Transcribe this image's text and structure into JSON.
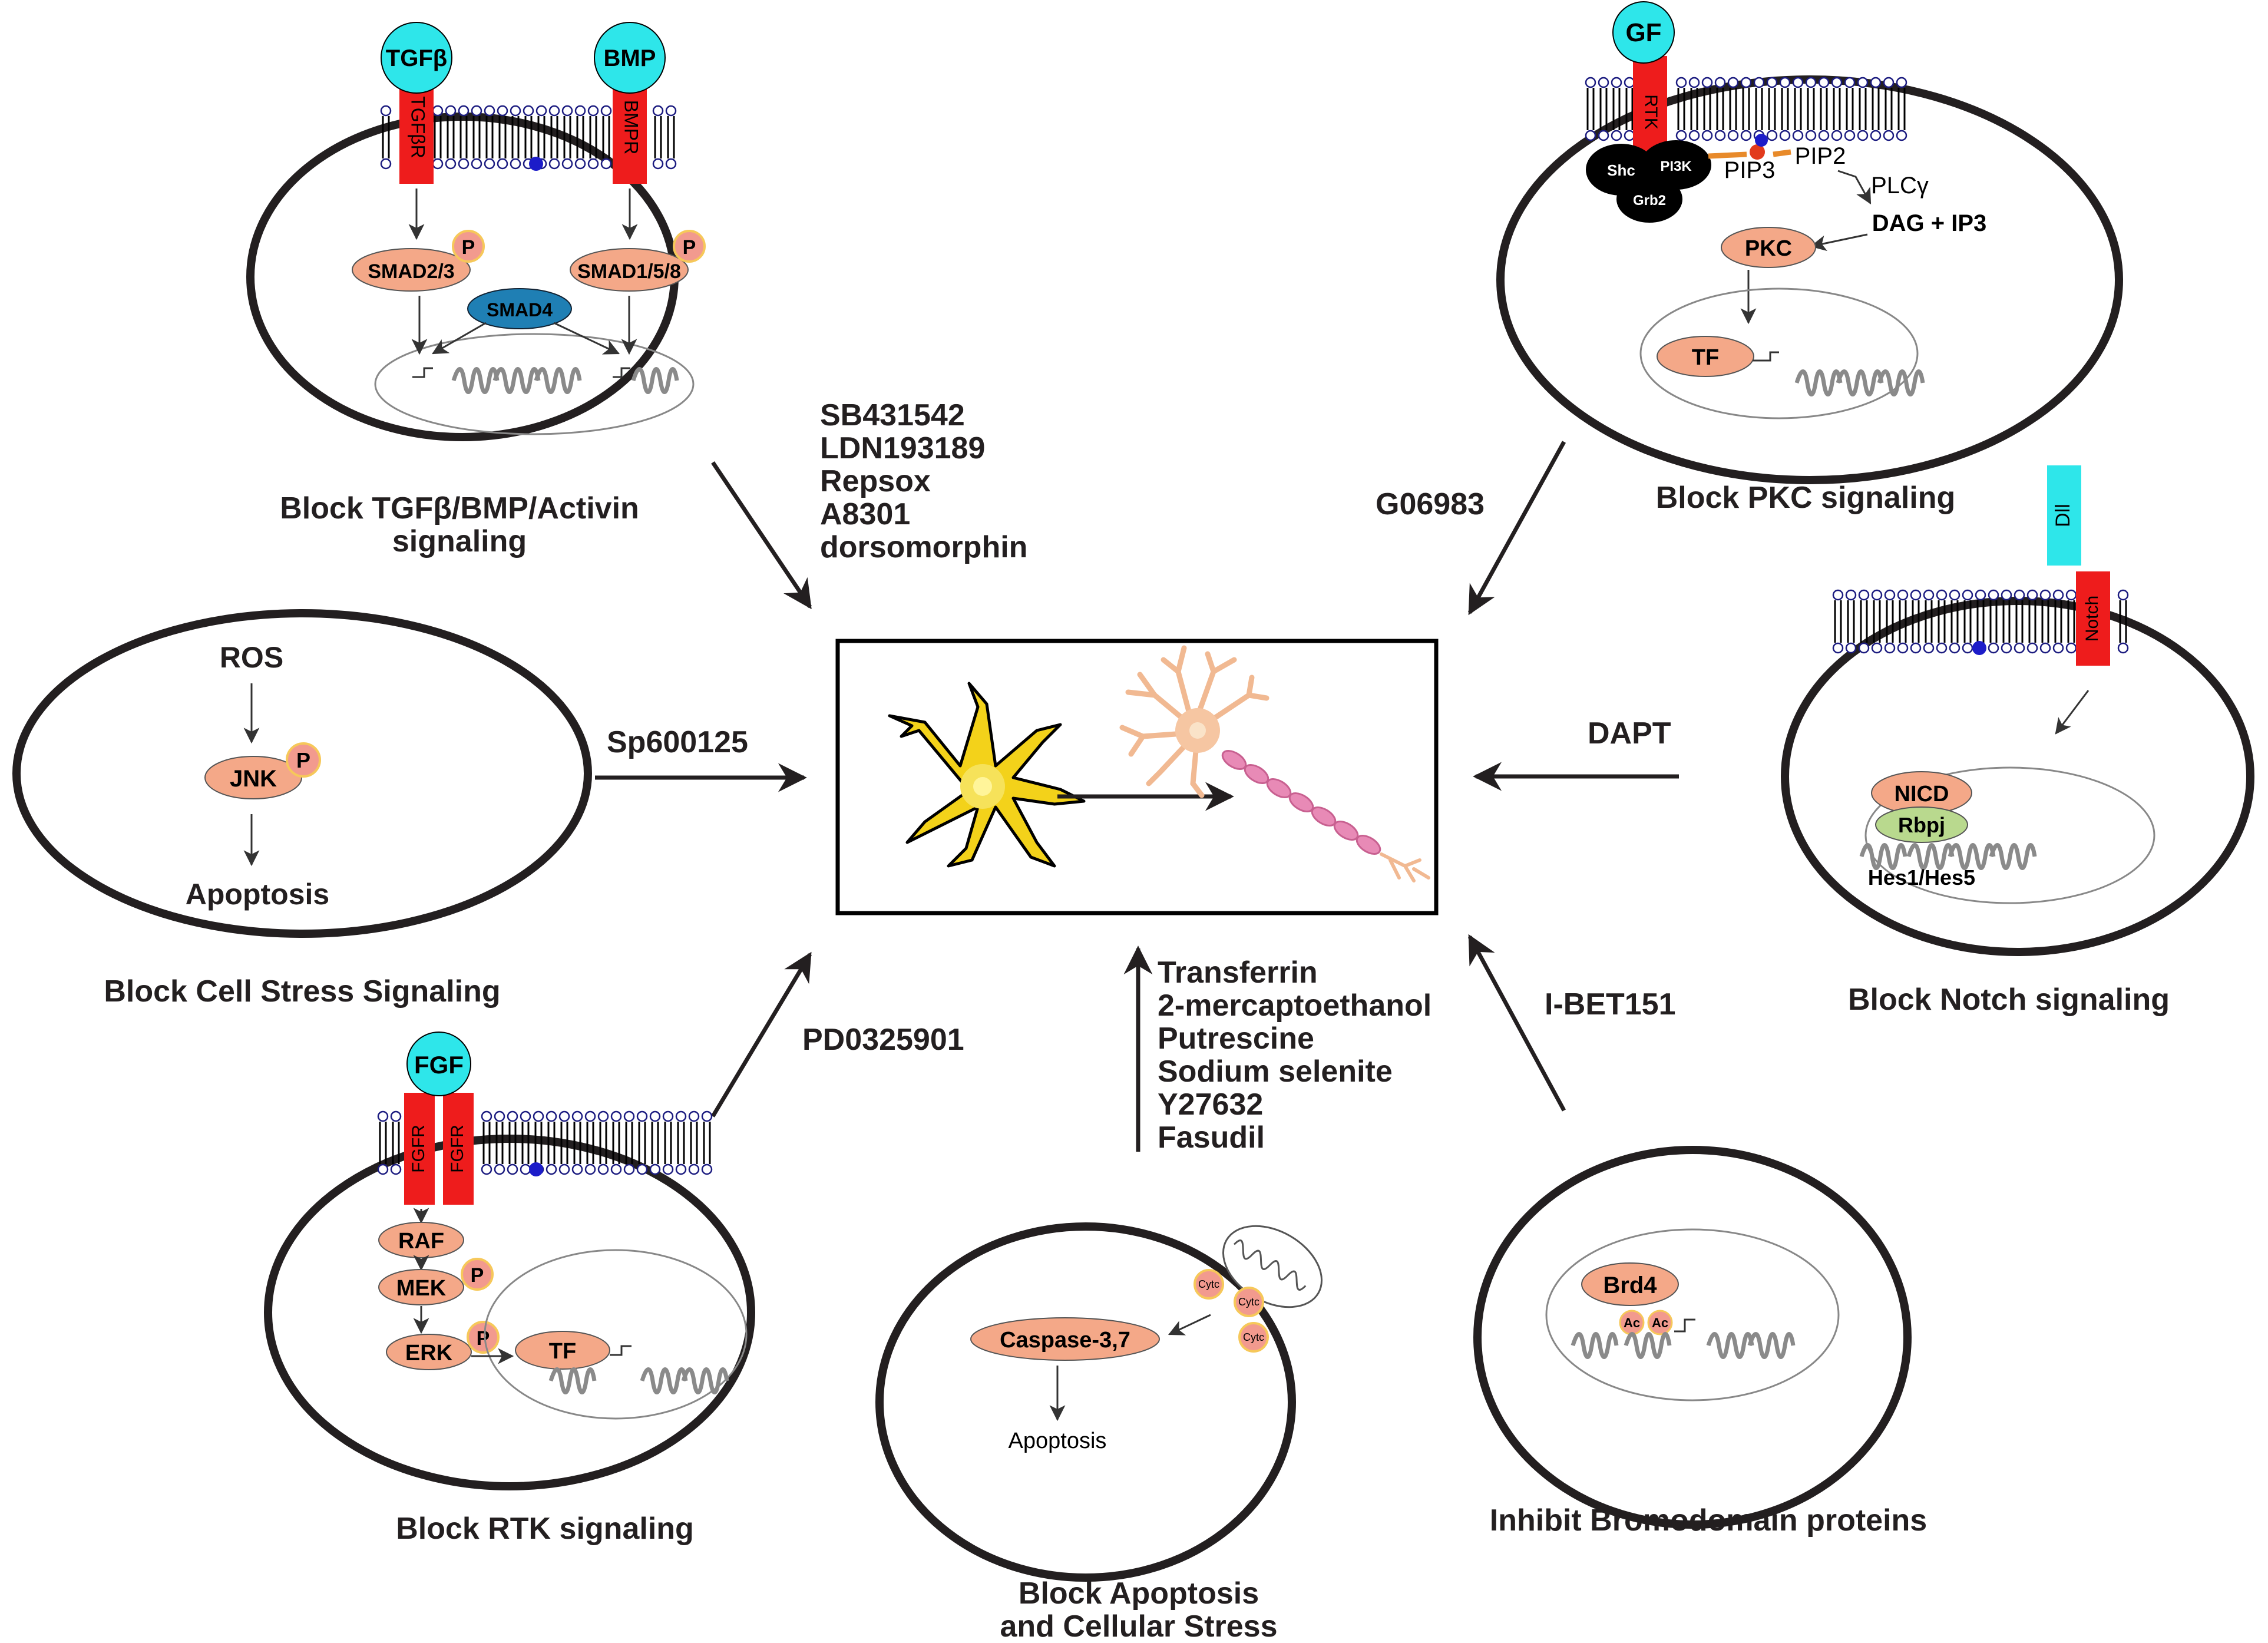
{
  "tgf_panel": {
    "ligand_tgf": "TGFβ",
    "ligand_bmp": "BMP",
    "receptor_tgf": "TGFβR",
    "receptor_bmp": "BMPR",
    "smad23": "SMAD2/3",
    "smad158": "SMAD1/5/8",
    "smad4": "SMAD4",
    "p": "P",
    "caption_line1": "Block TGFβ/BMP/Activin",
    "caption_line2": "signaling",
    "inhibitors": [
      "SB431542",
      "LDN193189",
      "Repsox",
      "A8301",
      "dorsomorphin"
    ]
  },
  "pkc_panel": {
    "gf": "GF",
    "rtk": "RTK",
    "shc": "Shc",
    "pi3k": "PI3K",
    "grb2": "Grb2",
    "pip3": "PIP3",
    "pip2": "PIP2",
    "plc": "PLCγ",
    "dag": "DAG + IP3",
    "pkc": "PKC",
    "tf": "TF",
    "caption": "Block PKC signaling",
    "inhibitor": "G06983"
  },
  "stress_panel": {
    "ros": "ROS",
    "jnk": "JNK",
    "p": "P",
    "apoptosis": "Apoptosis",
    "caption": "Block Cell Stress Signaling",
    "inhibitor": "Sp600125"
  },
  "notch_panel": {
    "dll": "Dll",
    "notch": "Notch",
    "nicd": "NICD",
    "rbpj": "Rbpj",
    "hes": "Hes1/Hes5",
    "caption": "Block Notch signaling",
    "inhibitor": "DAPT"
  },
  "rtk_panel": {
    "fgf": "FGF",
    "fgfr": "FGFR",
    "raf": "RAF",
    "mek": "MEK",
    "erk": "ERK",
    "tf": "TF",
    "p": "P",
    "caption": "Block RTK signaling",
    "inhibitor": "PD0325901"
  },
  "apoptosis_panel": {
    "caspase": "Caspase-3,7",
    "cytc": "Cytc",
    "apoptosis": "Apoptosis",
    "caption_line1": "Block Apoptosis",
    "caption_line2": "and Cellular Stress",
    "inhibitors": [
      "Transferrin",
      "2-mercaptoethanol",
      "Putrescine",
      "Sodium selenite",
      "Y27632",
      "Fasudil"
    ]
  },
  "brd_panel": {
    "brd4": "Brd4",
    "ac": "Ac",
    "caption": "Inhibit Bromodomain proteins",
    "inhibitor": "I-BET151"
  },
  "colors": {
    "ligand": "#2ee6ea",
    "receptor": "#ee1c1c",
    "protein": "#f4a888",
    "phospho": "#f29a8e",
    "smad4": "#1f7fb4",
    "rbpj": "#b9d98e",
    "astrocyte": "#f3d21a",
    "neuron": "#f6c6a2",
    "axon": "#e88ab6",
    "membrane_dot": "#1c1cc9"
  }
}
